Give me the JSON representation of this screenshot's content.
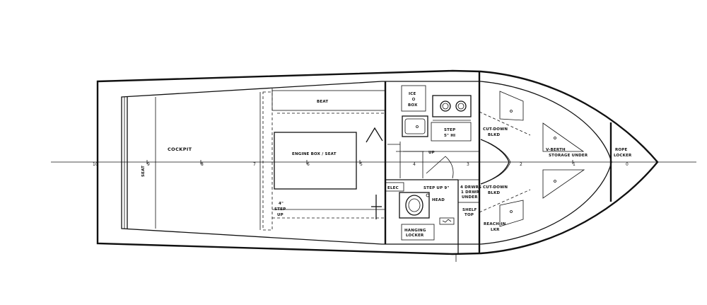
{
  "labels": {
    "ice_box_1": "ICE",
    "ice_box_2": "BOX",
    "beat": "BEAT",
    "engine_box": "ENGINE BOX / SEAT",
    "cockpit": "COCKPIT",
    "seat": "SEAT",
    "step_5_1": "STEP",
    "step_5_2": "5\" HI",
    "cut_down_upper_1": "CUT-DOWN",
    "cut_down_upper_2": "BLKD",
    "v_berth_1": "V-BERTH",
    "v_berth_2": "STORAGE UNDER",
    "rope_locker_1": "ROPE",
    "rope_locker_2": "LOCKER",
    "up_right": "UP",
    "up_left": "UP",
    "elec": "ELEC",
    "step_up_9": "STEP UP 9\"",
    "head": "HEAD",
    "drawers_1": "4 DRWRS",
    "drawers_2": "1 DRWR",
    "drawers_3": "UNDER",
    "cut_down_lower_1": "CUT-DOWN",
    "cut_down_lower_2": "BLKD",
    "shelf_top_1": "SHELF",
    "shelf_top_2": "TOP",
    "hanging_locker_1": "HANGING",
    "hanging_locker_2": "LOCKER",
    "reach_in_1": "REACH-IN",
    "reach_in_2": "LKR",
    "step_up_4_1": "4\"",
    "step_up_4_2": "STEP",
    "step_up_4_3": "UP"
  },
  "stations": [
    "10",
    "9",
    "8",
    "7",
    "6",
    "5",
    "4",
    "3",
    "2",
    "1",
    "0"
  ]
}
